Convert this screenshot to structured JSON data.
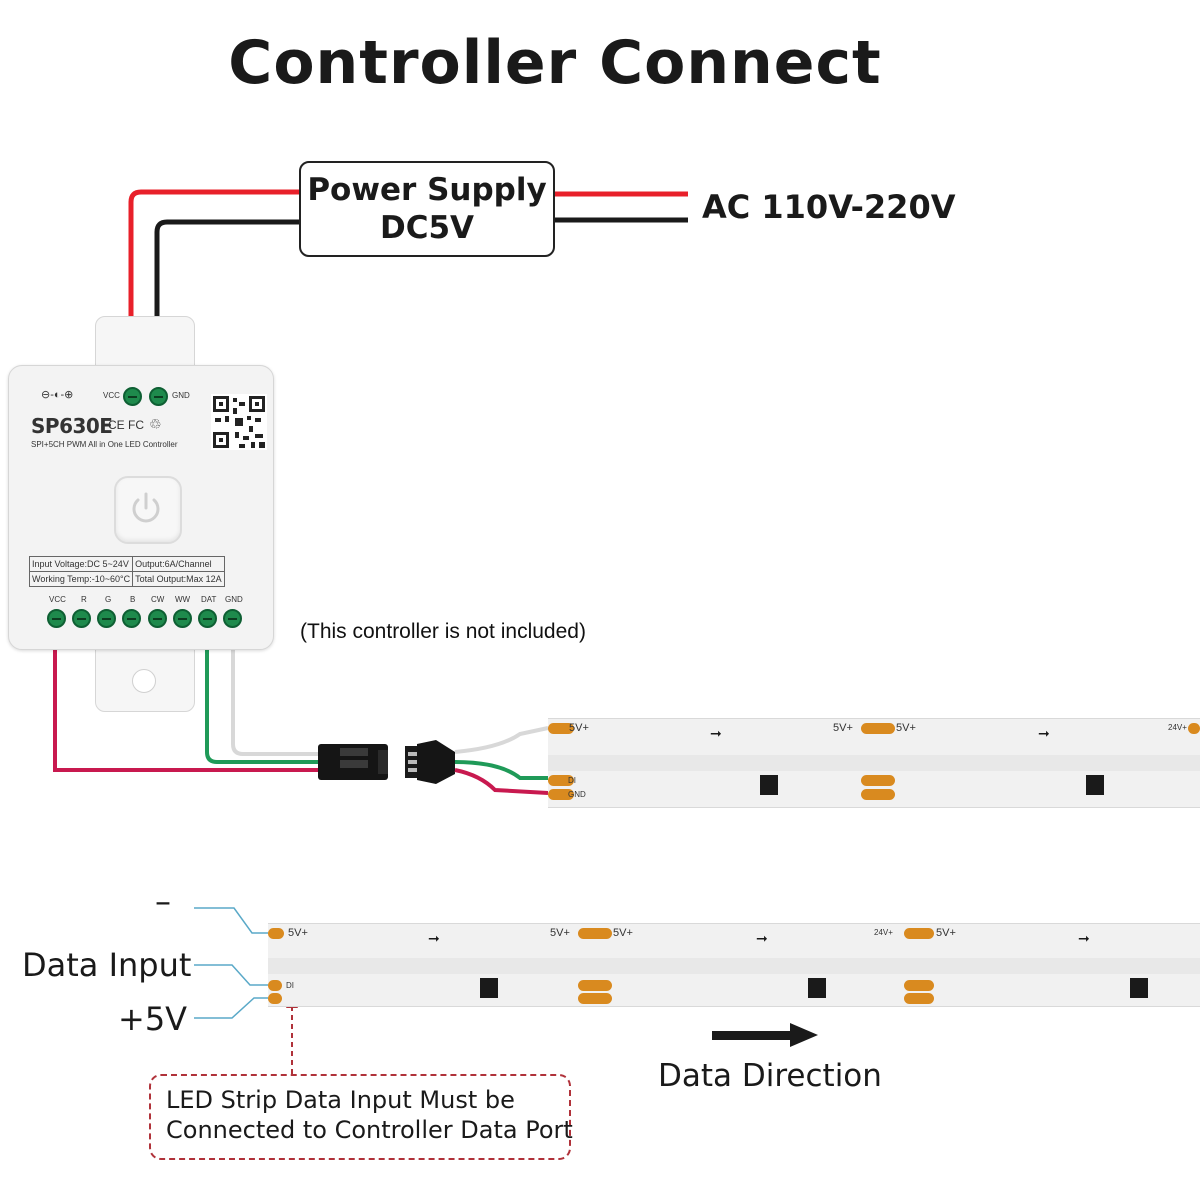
{
  "title": "Controller Connect",
  "power_supply": {
    "line1": "Power Supply",
    "line2": "DC5V"
  },
  "ac_input": "AC 110V-220V",
  "controller": {
    "model": "SP630E",
    "certifications": "CE FC",
    "subtitle": "SPI+5CH PWM All in One LED Controller",
    "top_pins": [
      "VCC",
      "GND"
    ],
    "specs": [
      [
        "Input Voltage:DC 5~24V",
        "Output:6A/Channel"
      ],
      [
        "Working Temp:-10~60°C",
        "Total Output:Max 12A"
      ]
    ],
    "bottom_pins": [
      "VCC",
      "R",
      "G",
      "B",
      "CW",
      "WW",
      "DAT",
      "GND"
    ]
  },
  "note": "(This controller is not included)",
  "strip_labels": {
    "vplus": "5V+",
    "v24": "24V+",
    "di": "DI",
    "gnd": "GND"
  },
  "wiring_labels": {
    "minus": "–",
    "data_input": "Data Input",
    "plus5v": "+5V"
  },
  "data_direction": "Data Direction",
  "warning": {
    "line1": "LED Strip Data Input Must be",
    "line2": "Connected to Controller Data Port"
  },
  "colors": {
    "wire_red": "#e8202a",
    "wire_black": "#1a1a1a",
    "wire_pink": "#c8194f",
    "wire_green": "#1f9a58",
    "wire_white": "#d8d8d8",
    "pad_orange": "#d98a1f",
    "warning_red": "#b0323a",
    "leader_blue": "#5aa9c8"
  }
}
